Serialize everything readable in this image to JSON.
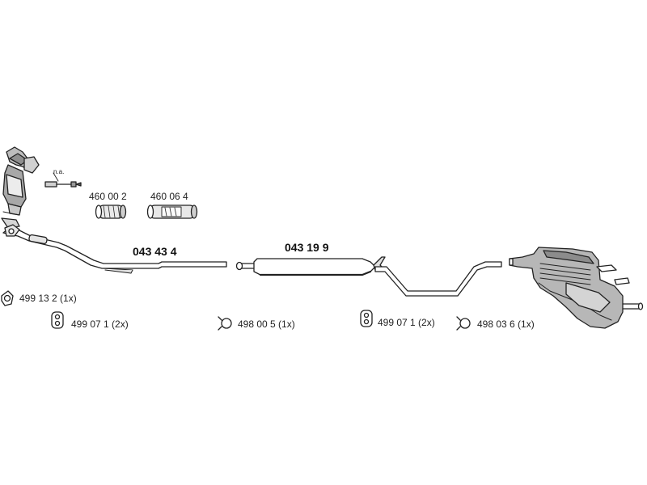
{
  "parts": {
    "note_na": "n.a.",
    "clamp_small": "460 00 2",
    "clamp_long": "460 06 4",
    "front_pipe": "043 43 4",
    "middle_silencer": "043 19 9"
  },
  "fittings": [
    {
      "icon": "gasket-ring-icon",
      "label": "499 13 2  (1x)"
    },
    {
      "icon": "rubber-mount-icon",
      "label": "499 07 1 (2x)"
    },
    {
      "icon": "pipe-clamp-icon",
      "label": "498 00 5 (1x)"
    },
    {
      "icon": "rubber-mount-icon",
      "label": "499 07 1 (2x)"
    },
    {
      "icon": "pipe-clamp-icon",
      "label": "498 03 6 (1x)"
    }
  ],
  "colors": {
    "line": "#222222",
    "fill": "#ffffff",
    "shade": "#9a9a9a",
    "muffler": "#b4b4b4"
  }
}
